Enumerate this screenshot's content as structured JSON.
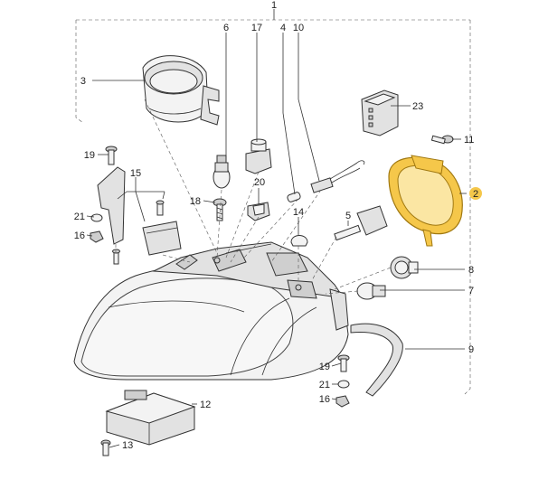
{
  "colors": {
    "highlight": "#f5c74a",
    "highlight_stroke": "#a07810",
    "ink": "#333333"
  },
  "callouts": {
    "c1": "1",
    "c2": "2",
    "c3": "3",
    "c4": "4",
    "c5": "5",
    "c6": "6",
    "c7": "7",
    "c8": "8",
    "c9": "9",
    "c10": "10",
    "c11": "11",
    "c12": "12",
    "c13": "13",
    "c14": "14",
    "c15": "15",
    "c16a": "16",
    "c16b": "16",
    "c17": "17",
    "c18": "18",
    "c19a": "19",
    "c19b": "19",
    "c20": "20",
    "c21a": "21",
    "c21b": "21",
    "c23": "23"
  },
  "highlighted_part": "2"
}
